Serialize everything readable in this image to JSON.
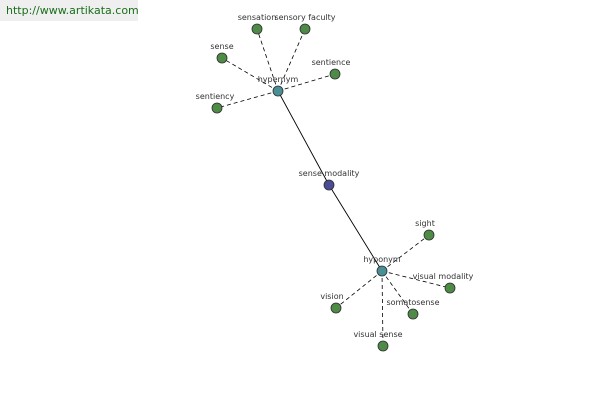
{
  "source": {
    "url_text": "http://www.artikata.com"
  },
  "colors": {
    "leaf": "#4e8b46",
    "hub": "#4a8f96",
    "center": "#4c4c96",
    "node_stroke": "#2d2d2d"
  },
  "graph": {
    "center": {
      "id": "center",
      "label": "sense modality",
      "kind": "center"
    },
    "hubs": [
      {
        "id": "hypernym",
        "label": "hypernym",
        "kind": "hub",
        "leaves": [
          {
            "id": "sensation",
            "label": "sensation"
          },
          {
            "id": "sensory-faculty",
            "label": "sensory faculty"
          },
          {
            "id": "sense",
            "label": "sense"
          },
          {
            "id": "sentience",
            "label": "sentience"
          },
          {
            "id": "sentiency",
            "label": "sentiency"
          }
        ]
      },
      {
        "id": "hyponym",
        "label": "hyponym",
        "kind": "hub",
        "leaves": [
          {
            "id": "sight",
            "label": "sight"
          },
          {
            "id": "visual-modality",
            "label": "visual modality"
          },
          {
            "id": "vision",
            "label": "vision"
          },
          {
            "id": "somatosense",
            "label": "somatosense"
          },
          {
            "id": "visual-sense",
            "label": "visual sense"
          }
        ]
      }
    ]
  }
}
